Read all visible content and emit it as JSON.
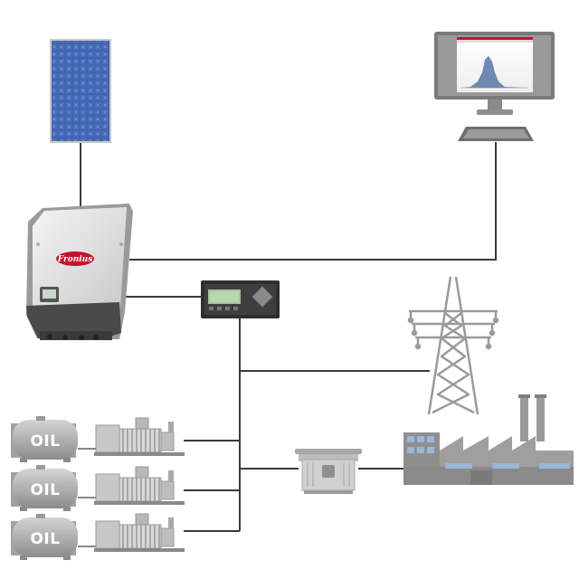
{
  "brand": {
    "label": "Fronius",
    "color": "#c8102e"
  },
  "tanks": [
    {
      "label": "OIL"
    },
    {
      "label": "OIL"
    },
    {
      "label": "OIL"
    }
  ],
  "colors": {
    "line": "#3a3a3a",
    "panel": "#3a5fa8",
    "tank": "#b5b5b5",
    "pylon": "#9a9a9a",
    "factory": "#8f8f8f",
    "window": "#9ab6d8"
  },
  "icons": [
    "solar-panel-icon",
    "inverter-icon",
    "monitor-icon",
    "controller-icon",
    "power-pylon-icon",
    "oil-tank-icon",
    "generator-icon",
    "transformer-icon",
    "factory-icon"
  ]
}
